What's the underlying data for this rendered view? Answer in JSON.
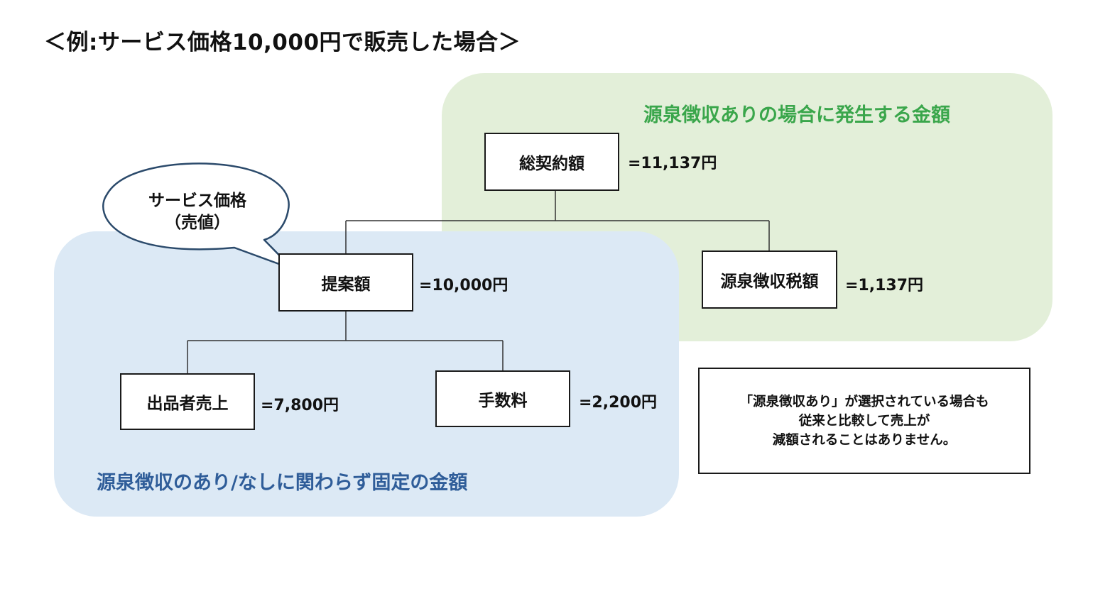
{
  "title": "＜例:サービス価格10,000円で販売した場合＞",
  "green_region": {
    "label": "源泉徴収ありの場合に発生する金額",
    "color": "#e3efd9",
    "label_color": "#3aa64b"
  },
  "blue_region": {
    "label": "源泉徴収のあり/なしに関わらず固定の金額",
    "color": "#dce9f5",
    "label_color": "#2f5d99"
  },
  "nodes": {
    "total_contract": {
      "label": "総契約額",
      "amount": "=11,137円"
    },
    "withholding_tax": {
      "label": "源泉徴収税額",
      "amount": "=1,137円"
    },
    "proposal": {
      "label": "提案額",
      "amount": "=10,000円"
    },
    "seller_sales": {
      "label": "出品者売上",
      "amount": "=7,800円"
    },
    "fee": {
      "label": "手数料",
      "amount": "=2,200円"
    }
  },
  "callout": {
    "line1": "サービス価格",
    "line2": "（売値）",
    "border_color": "#2b4a6b"
  },
  "note": {
    "line1": "「源泉徴収あり」が選択されている場合も",
    "line2": "従来と比較して売上が",
    "line3": "減額されることはありません。"
  }
}
